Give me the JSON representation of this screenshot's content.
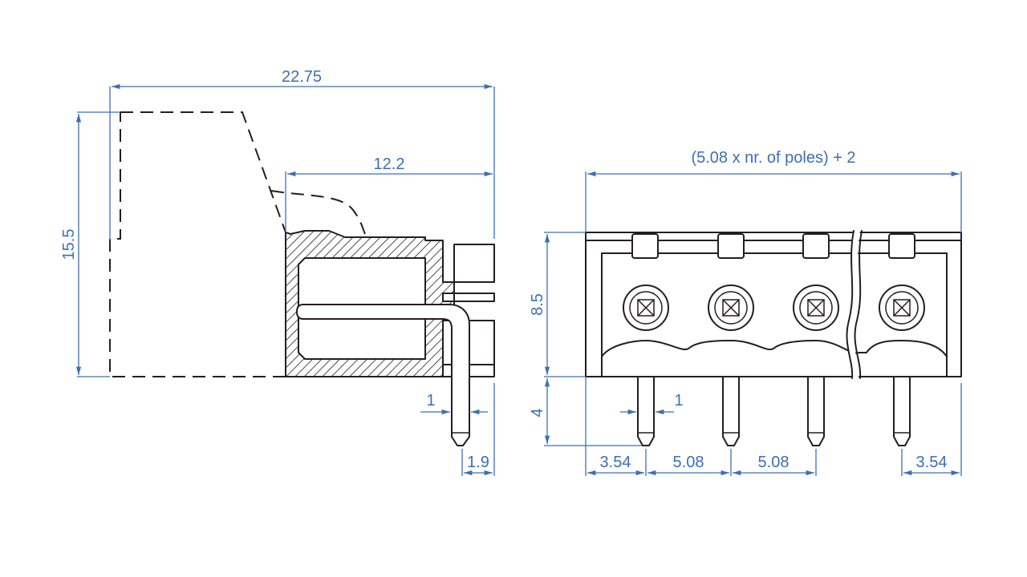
{
  "side_view": {
    "overall_length": "22.75",
    "height": "15.5",
    "header_depth": "12.2",
    "pin_width": "1",
    "pin_offset": "1.9"
  },
  "front_view": {
    "overall_width_formula": "(5.08 x nr. of poles) + 2",
    "body_height": "8.5",
    "pin_length": "4",
    "pin_width": "1",
    "edge_margin_left": "3.54",
    "pitch_1": "5.08",
    "pitch_2": "5.08",
    "edge_margin_right": "3.54"
  },
  "colors": {
    "outline": "#231f20",
    "dimension": "#3d6fb3"
  }
}
